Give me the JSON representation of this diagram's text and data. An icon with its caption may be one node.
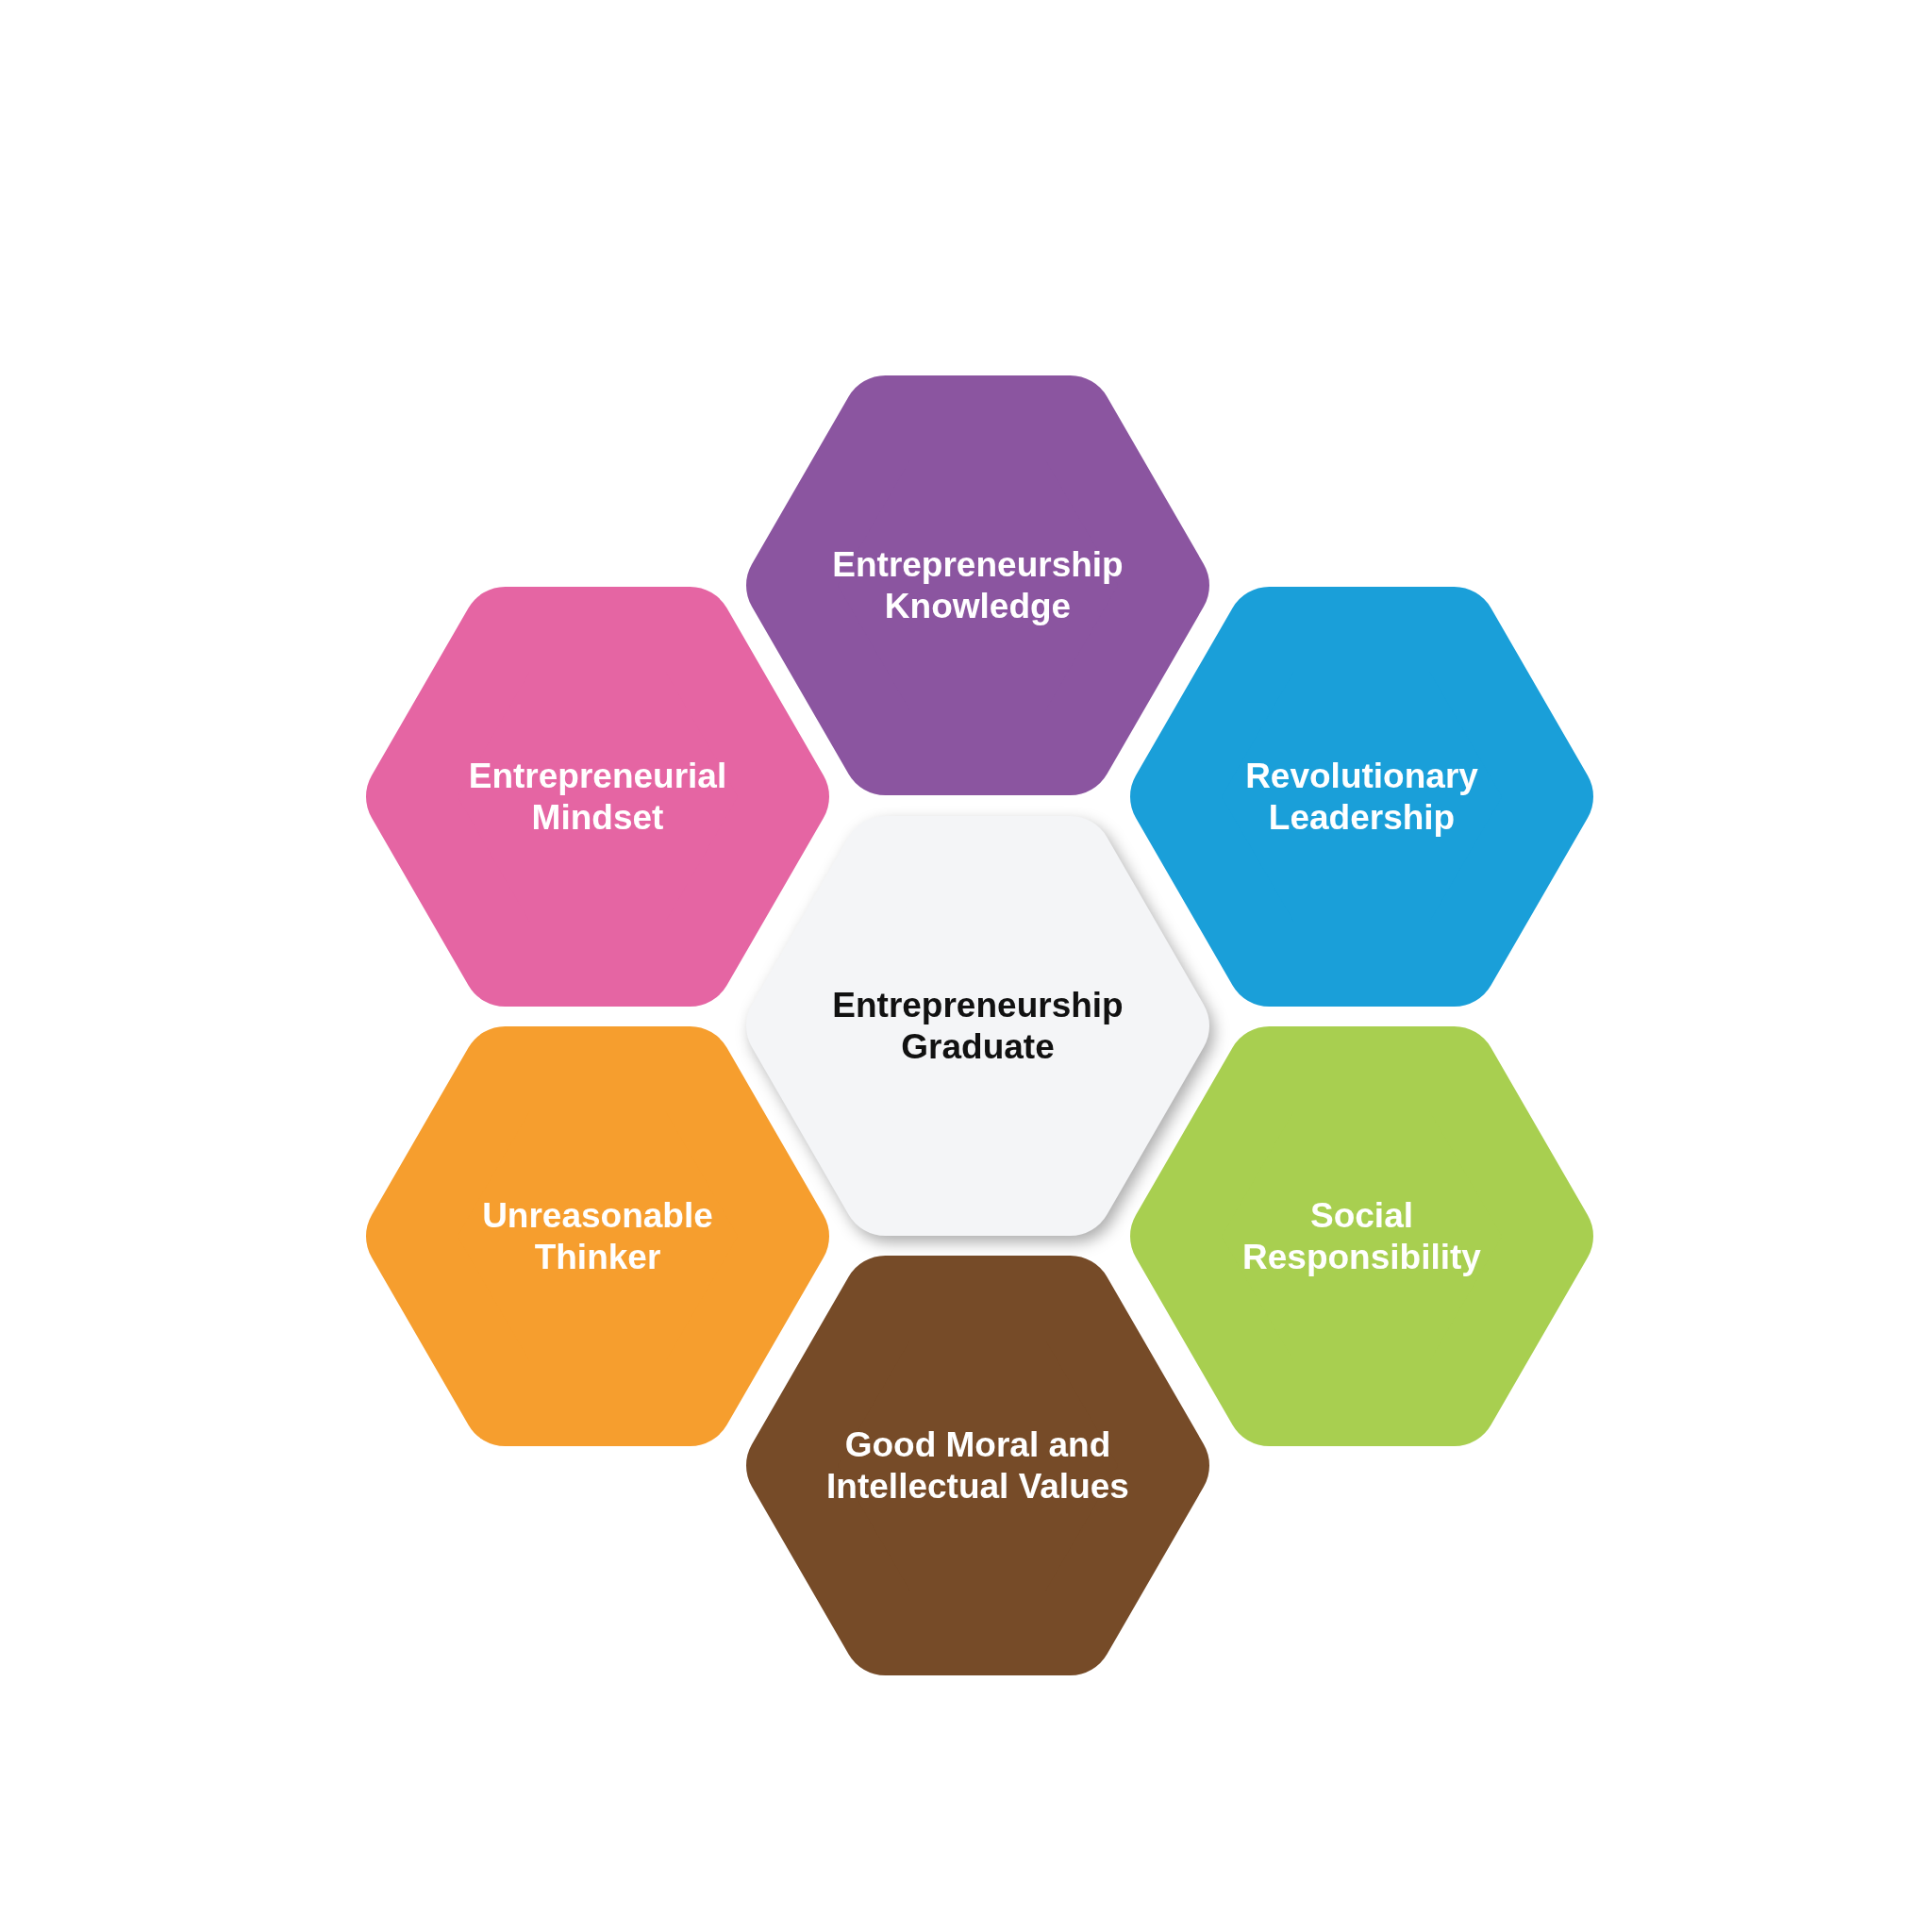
{
  "diagram": {
    "nodes": [
      {
        "text": [
          "Entrepreneurship Knowledge"
        ]
      },
      {
        "text": [
          "Entrepreneurial Mindset"
        ]
      },
      {
        "text": [
          "Revolutionary Leadership"
        ]
      },
      {
        "text": [
          "Entrepreneurship Graduate"
        ]
      },
      {
        "text": [
          "Unreasonable Thinker"
        ]
      },
      {
        "text": [
          "Social Responsibility"
        ]
      },
      {
        "text": [
          "Good Moral and Intellectual Values"
        ]
      }
    ]
  }
}
